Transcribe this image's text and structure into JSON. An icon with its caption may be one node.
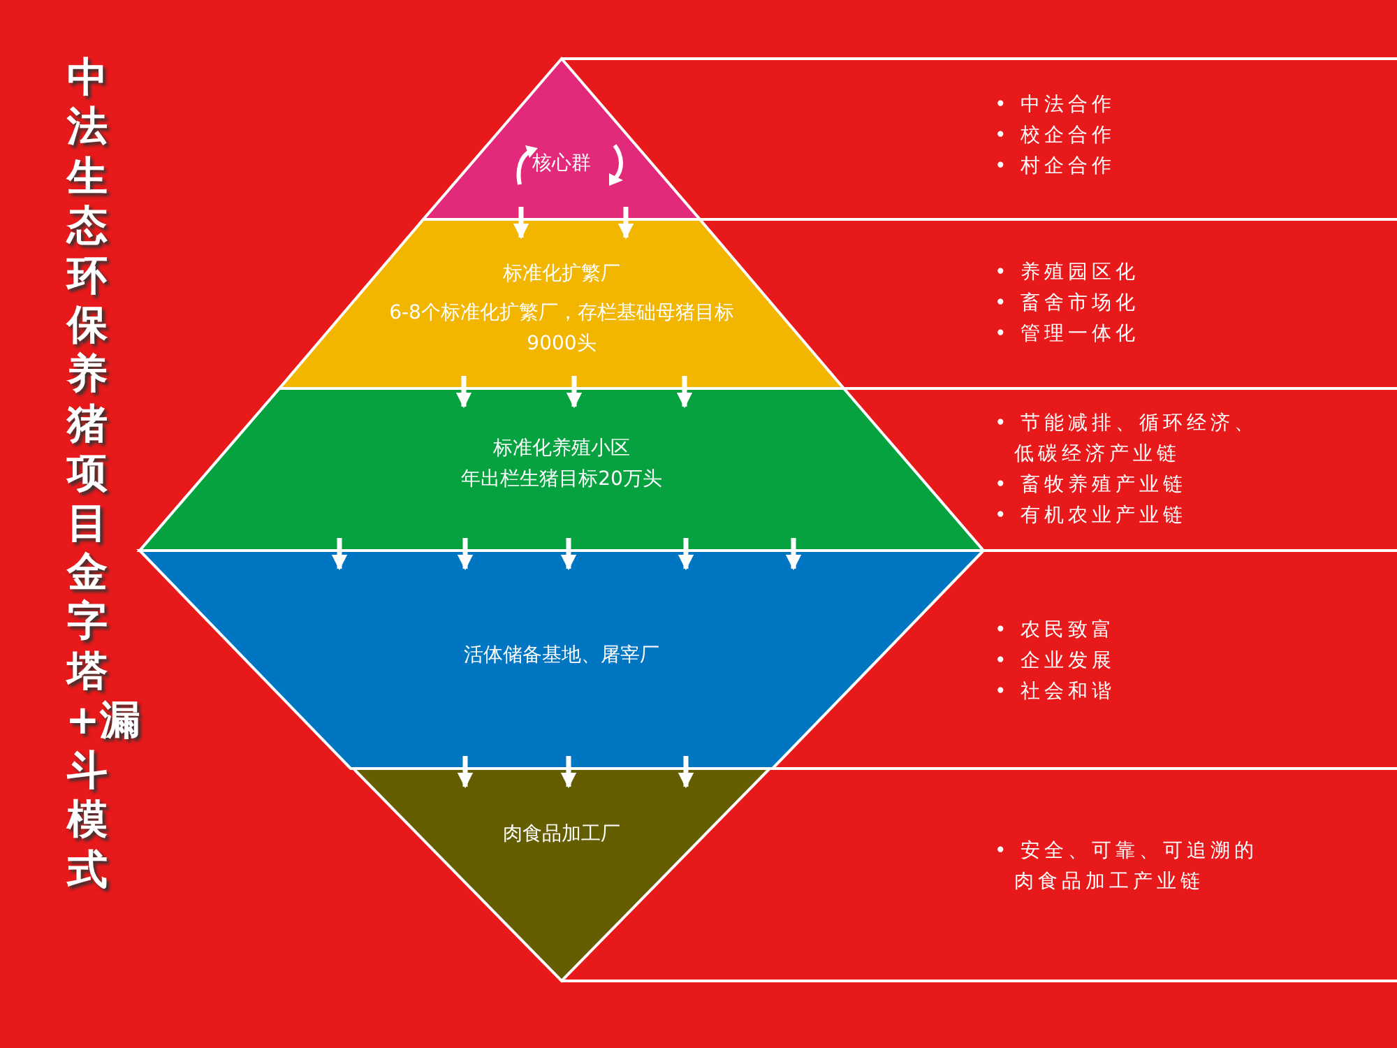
{
  "diagram": {
    "title": "中法生态环保养猪项目金字塔+漏斗模式",
    "nodes": [
      {
        "text": [
          "核心群"
        ]
      },
      {
        "text": [
          "标准化扩繁厂",
          "6-8个标准化扩繁厂，存栏基础母猪目标9000头"
        ]
      },
      {
        "text": [
          "标准化养殖小区",
          "年出栏生猪目标20万头"
        ]
      },
      {
        "text": [
          "活体储备基地、屠宰厂"
        ]
      },
      {
        "text": [
          "肉食品加工厂"
        ]
      }
    ],
    "edges": [
      {
        "from": 0,
        "to": 1,
        "arrow": "to"
      },
      {
        "from": 0,
        "to": 1,
        "arrow": "to"
      },
      {
        "from": 1,
        "to": 2,
        "arrow": "to"
      },
      {
        "from": 1,
        "to": 2,
        "arrow": "to"
      },
      {
        "from": 1,
        "to": 2,
        "arrow": "to"
      },
      {
        "from": 2,
        "to": 3,
        "arrow": "to"
      },
      {
        "from": 2,
        "to": 3,
        "arrow": "to"
      },
      {
        "from": 2,
        "to": 3,
        "arrow": "to"
      },
      {
        "from": 2,
        "to": 3,
        "arrow": "to"
      },
      {
        "from": 2,
        "to": 3,
        "arrow": "to"
      },
      {
        "from": 3,
        "to": 4,
        "arrow": "to"
      },
      {
        "from": 3,
        "to": 4,
        "arrow": "to"
      },
      {
        "from": 3,
        "to": 4,
        "arrow": "to"
      }
    ],
    "labels": [
      "• 中法合作",
      "• 校企合作",
      "• 村企合作",
      "• 养殖园区化",
      "• 畜舍市场化",
      "• 管理一体化",
      "• 节能减排、循环经济、低碳经济产业链",
      "• 畜牧养殖产业链",
      "• 有机农业产业链",
      "• 农民致富",
      "• 企业发展",
      "• 社会和谐",
      "• 安全、可靠、可追溯的肉食品加工产业链"
    ]
  }
}
